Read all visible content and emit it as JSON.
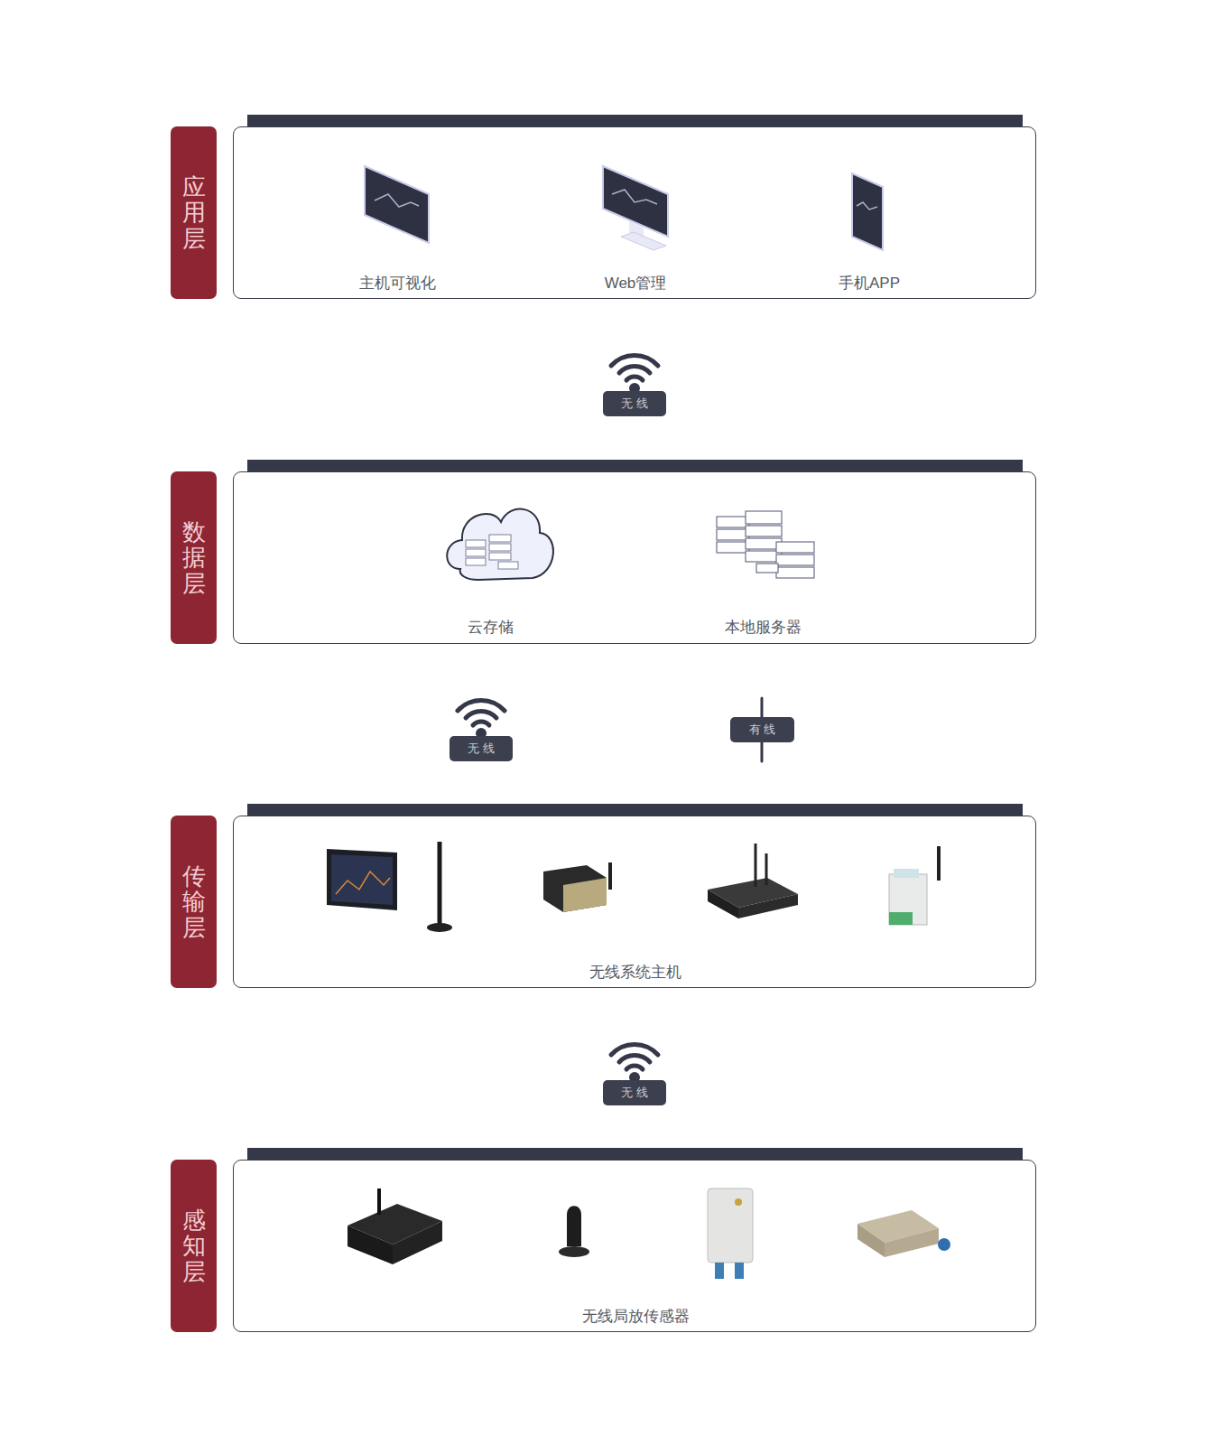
{
  "diagram": {
    "nodes": [
      {
        "text": [
          "应用层"
        ]
      },
      {
        "text": [
          "主机可视化",
          "Web管理",
          "手机APP"
        ]
      },
      {
        "text": [
          "无 线"
        ]
      },
      {
        "text": [
          "数据层"
        ]
      },
      {
        "text": [
          "云存储",
          "本地服务器"
        ]
      },
      {
        "text": [
          "无 线"
        ]
      },
      {
        "text": [
          "有 线"
        ]
      },
      {
        "text": [
          "传输层"
        ]
      },
      {
        "text": [
          "无线系统主机"
        ]
      },
      {
        "text": [
          "无 线"
        ]
      },
      {
        "text": [
          "感知层"
        ]
      },
      {
        "text": [
          "无线局放传感器"
        ]
      }
    ]
  }
}
